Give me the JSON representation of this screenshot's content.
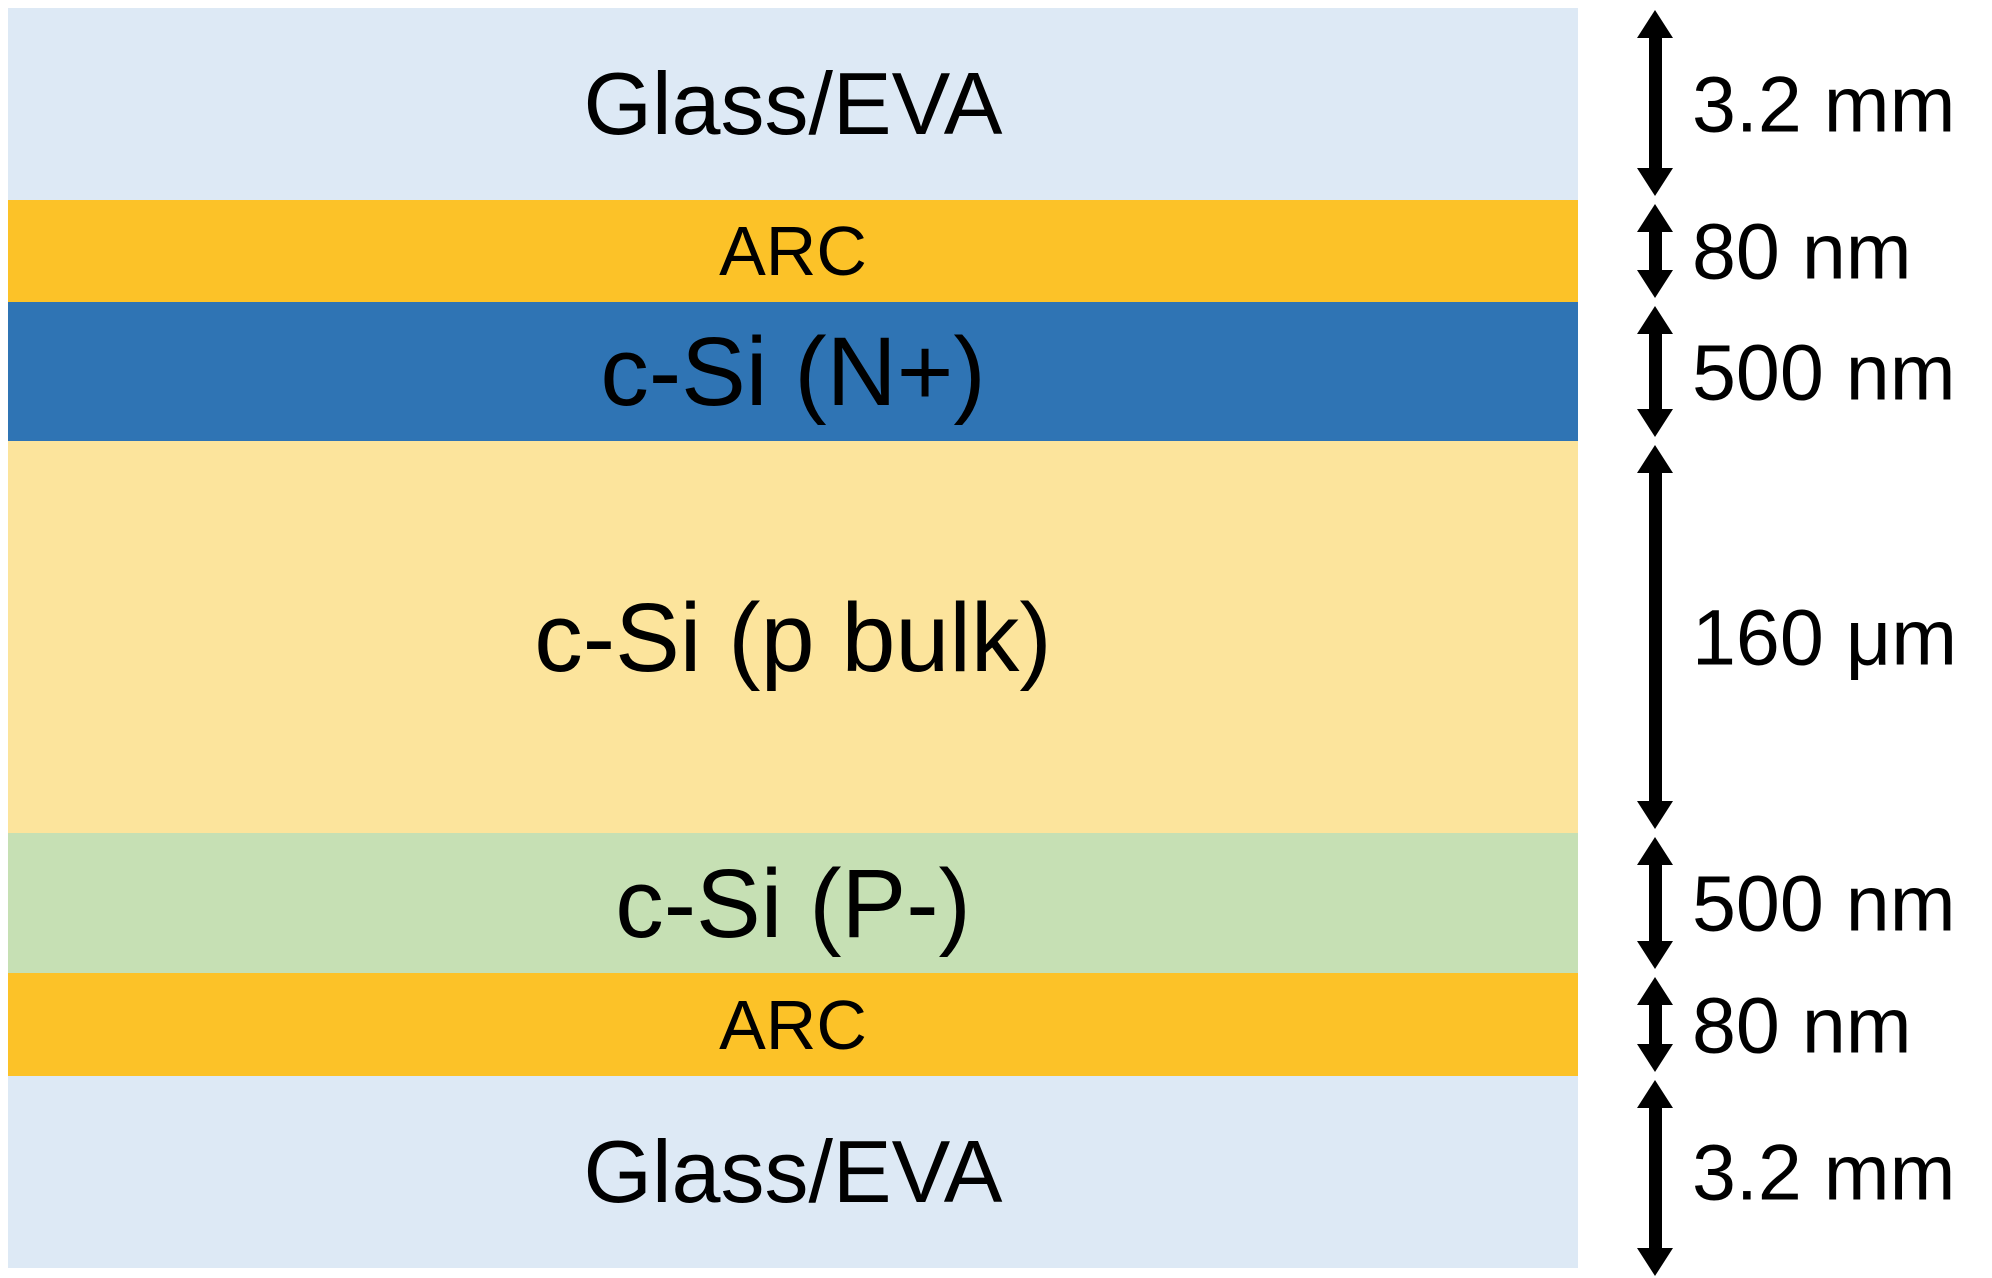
{
  "layers": [
    {
      "label": "Glass/EVA",
      "thickness": "3.2 mm",
      "color": "#dde9f5"
    },
    {
      "label": "ARC",
      "thickness": "80 nm",
      "color": "#fcc228"
    },
    {
      "label": "c-Si (N+)",
      "thickness": "500 nm",
      "color": "#2f74b4"
    },
    {
      "label": "c-Si (p bulk)",
      "thickness": "160 μm",
      "color": "#fce49c"
    },
    {
      "label": "c-Si (P-)",
      "thickness": "500 nm",
      "color": "#c6e0b4"
    },
    {
      "label": "ARC",
      "thickness": "80 nm",
      "color": "#fcc228"
    },
    {
      "label": "Glass/EVA",
      "thickness": "3.2 mm",
      "color": "#dde9f5"
    }
  ]
}
